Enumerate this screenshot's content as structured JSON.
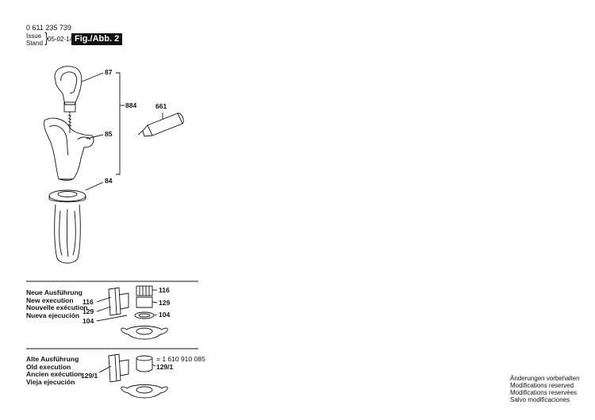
{
  "header": {
    "part_number": "0 611 235 739",
    "issue_label": "Issue",
    "stand_label": "Stand",
    "date": "05-02-14",
    "figure_badge": "Fig./Abb. 2"
  },
  "callouts": {
    "c87": "87",
    "c85": "85",
    "c84": "84",
    "c884": "884",
    "c661": "661"
  },
  "new_execution": {
    "labels": [
      "Neue Ausführung",
      "New execution",
      "Nouvelle exécution",
      "Nueva ejecución"
    ],
    "c116_left": "116",
    "c129_left": "129",
    "c104_left": "104",
    "c116_right": "116",
    "c129_right": "129",
    "c104_right": "104"
  },
  "old_execution": {
    "labels": [
      "Alte Ausführung",
      "Old execution",
      "Ancien exécution",
      "Vieja ejecución"
    ],
    "c129_1_left": "129/1",
    "c129_1_right": "129/1",
    "replacement_note": "= 1 610 910 085"
  },
  "footer": {
    "lines": [
      "Änderungen vorbehalten",
      "Modifications reserved",
      "Modifications reservées",
      "Salvo modificaciones"
    ]
  }
}
